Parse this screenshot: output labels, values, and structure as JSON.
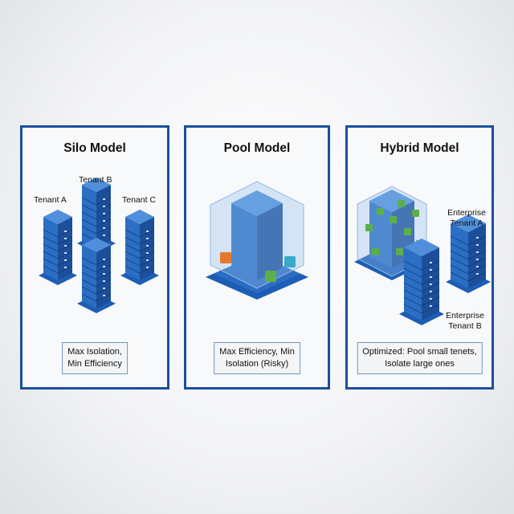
{
  "panels": [
    {
      "title": "Silo Model",
      "caption_line1": "Max Isolation,",
      "caption_line2": "Min Efficiency",
      "labels": [
        "Tenant A",
        "Tenant B",
        "Tenant C"
      ]
    },
    {
      "title": "Pool Model",
      "caption_line1": "Max Efficiency, Min",
      "caption_line2": "Isolation (Risky)"
    },
    {
      "title": "Hybrid Model",
      "caption_line1": "Optimized: Pool small tenets,",
      "caption_line2": "Isolate large ones",
      "labels": [
        "Enterprise Tenant A",
        "Enterprise Tenant B"
      ]
    }
  ],
  "colors": {
    "border": "#1b4f9e",
    "server_front": "#2a6fc4",
    "server_side": "#1c4f9a",
    "server_top": "#4f8fdc",
    "tenant_green": "#5bb04a",
    "tenant_orange": "#e8792b",
    "tenant_teal": "#3aa9c9"
  }
}
